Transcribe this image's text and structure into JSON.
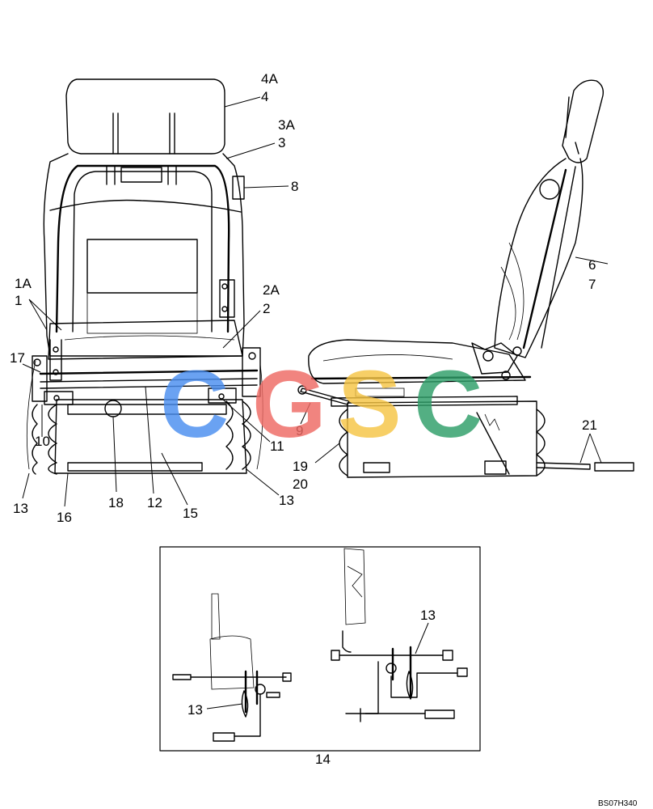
{
  "callouts": {
    "c4A": "4A",
    "c4": "4",
    "c3A": "3A",
    "c3": "3",
    "c8": "8",
    "c1A": "1A",
    "c1": "1",
    "c2A": "2A",
    "c2": "2",
    "c17": "17",
    "c10": "10",
    "c13a": "13",
    "c16": "16",
    "c18": "18",
    "c12": "12",
    "c15": "15",
    "c11": "11",
    "c13b": "13",
    "c9": "9",
    "c19": "19",
    "c20": "20",
    "c6": "6",
    "c7": "7",
    "c21": "21",
    "c13c": "13",
    "c13d": "13",
    "c14": "14"
  },
  "drawing_code": "BS07H340",
  "watermark": {
    "letters": [
      "C",
      "G",
      "S",
      "C"
    ],
    "colors": [
      "#4a8ef0",
      "#ef6a64",
      "#f6c545",
      "#2e9e68"
    ]
  }
}
